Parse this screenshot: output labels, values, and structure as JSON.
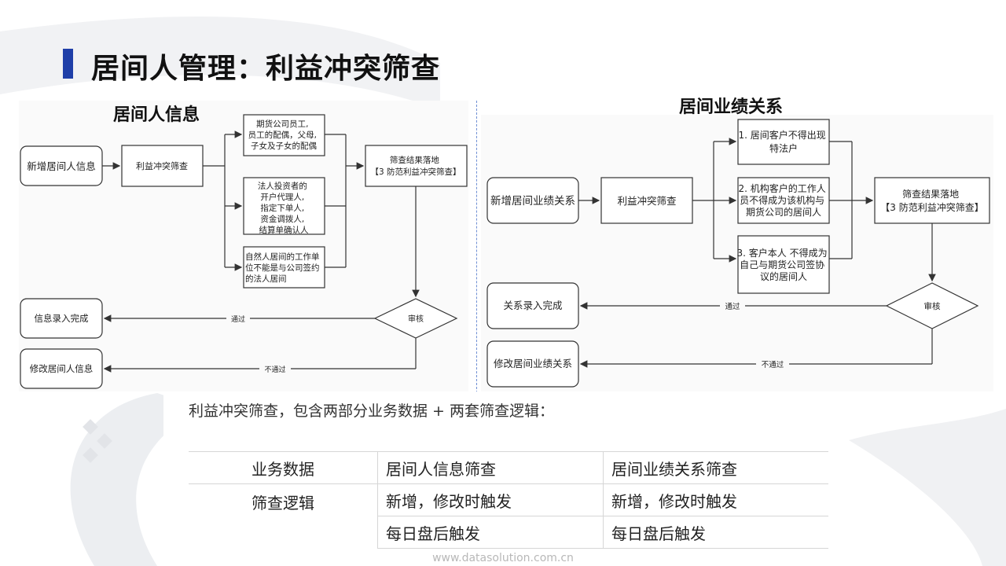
{
  "page": {
    "title": "居间人管理：利益冲突筛查"
  },
  "left": {
    "section_title": "居间人信息",
    "start": "新增居间人信息",
    "screen": "利益冲突筛查",
    "conditions": [
      [
        "期货公司员工,",
        "员工的配偶，父母,",
        "子女及子女的配偶"
      ],
      [
        "法人投资者的",
        "开户代理人,",
        "指定下单人,",
        "资金调拨人,",
        "结算单确认人"
      ],
      [
        "自然人居间的工作单",
        "位不能是与公司签约",
        "的法人居间"
      ]
    ],
    "result": [
      "筛查结果落地",
      "【3 防范利益冲突筛查】"
    ],
    "review": "审核",
    "pass_label": "通过",
    "fail_label": "不通过",
    "done": "信息录入完成",
    "modify": "修改居间人信息"
  },
  "right": {
    "section_title": "居间业绩关系",
    "start": "新增居间业绩关系",
    "screen": "利益冲突筛查",
    "conditions": [
      [
        "1. 居间客户不得出现",
        "特法户"
      ],
      [
        "2. 机构客户的工作人",
        "员不得成为该机构与",
        "期货公司的居间人"
      ],
      [
        "3. 客户本人 不得成为",
        "自己与期货公司签协",
        "议的居间人"
      ]
    ],
    "result": [
      "筛查结果落地",
      "【3 防范利益冲突筛查】"
    ],
    "review": "审核",
    "pass_label": "通过",
    "fail_label": "不通过",
    "done": "关系录入完成",
    "modify": "修改居间业绩关系"
  },
  "summary": "利益冲突筛查，包含两部分业务数据 + 两套筛查逻辑：",
  "table": {
    "row1": [
      "业务数据",
      "居间人信息筛查",
      "居间业绩关系筛查"
    ],
    "row2": [
      "筛查逻辑",
      "新增，修改时触发",
      "新增，修改时触发"
    ],
    "row3": [
      "每日盘后触发",
      "每日盘后触发"
    ]
  },
  "footer": "www.datasolution.com.cn",
  "colors": {
    "accent": "#1f3fa8",
    "divider": "#6f8fd4"
  }
}
